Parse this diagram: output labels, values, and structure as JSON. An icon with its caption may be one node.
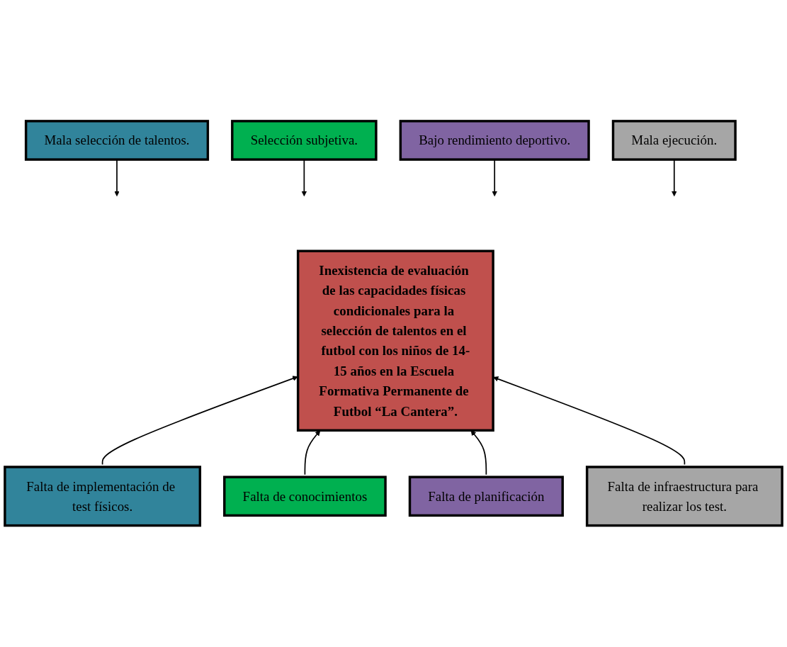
{
  "diagram": {
    "nodes": [
      {
        "text": [
          "Mala selección de talentos."
        ]
      },
      {
        "text": [
          "Selección subjetiva."
        ]
      },
      {
        "text": [
          "Bajo rendimiento deportivo."
        ]
      },
      {
        "text": [
          "Mala ejecución."
        ]
      },
      {
        "text": [
          "Inexistencia de evaluación de las capacidades físicas condicionales para la selección de talentos en el futbol con los niños de 14-15 años en la Escuela Formativa Permanente de Futbol “La Cantera”."
        ]
      },
      {
        "text": [
          "Falta de implementación de test físicos."
        ]
      },
      {
        "text": [
          "Falta de conocimientos"
        ]
      },
      {
        "text": [
          "Falta de planificación"
        ]
      },
      {
        "text": [
          "Falta de infraestructura para realizar los test."
        ]
      }
    ],
    "edges": [
      {
        "from": 0,
        "to": null,
        "arrow": "to"
      },
      {
        "from": 1,
        "to": null,
        "arrow": "to"
      },
      {
        "from": 2,
        "to": null,
        "arrow": "to"
      },
      {
        "from": 3,
        "to": null,
        "arrow": "to"
      },
      {
        "from": 5,
        "to": 4,
        "arrow": "to"
      },
      {
        "from": 6,
        "to": 4,
        "arrow": "to"
      },
      {
        "from": 7,
        "to": 4,
        "arrow": "to"
      },
      {
        "from": 8,
        "to": 4,
        "arrow": "to"
      }
    ]
  }
}
